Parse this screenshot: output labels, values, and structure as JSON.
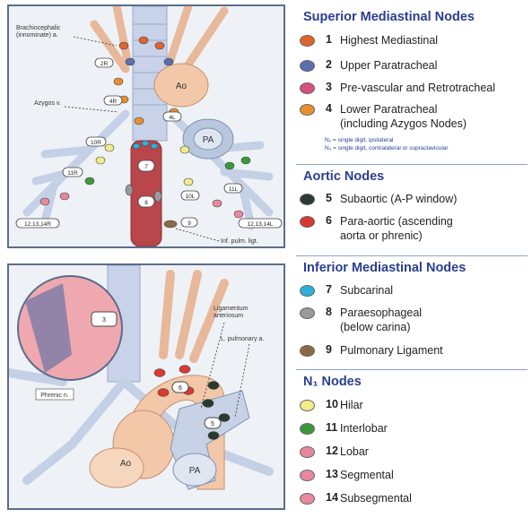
{
  "top_panel": {
    "labels": {
      "brachiocephalic": "Brachiocephalic\n(innominate) a.",
      "azygos": "Azygos v.",
      "inf_pulm_lig": "Inf. pulm. ligt.",
      "ao": "Ao",
      "pa": "PA"
    },
    "station_tags": [
      "2R",
      "4R",
      "4L",
      "10R",
      "11R",
      "12,13,14R",
      "7",
      "8",
      "10L",
      "11L",
      "9",
      "12,13,14L"
    ]
  },
  "bottom_panel": {
    "labels": {
      "ligamentum": "Ligamentum\narteriosum",
      "pulmonary_a": "L. pulmonary a.",
      "phrenic": "Phrenic n.",
      "ao": "Ao",
      "pa": "PA"
    },
    "station_tags": [
      "3",
      "6",
      "5"
    ]
  },
  "legend": {
    "sections": [
      {
        "title": "Superior Mediastinal Nodes",
        "items": [
          {
            "num": "1",
            "label": "Highest Mediastinal",
            "color": "#e0642e"
          },
          {
            "num": "2",
            "label": "Upper Paratracheal",
            "color": "#5a6eb0"
          },
          {
            "num": "3",
            "label": "Pre-vascular and Retrotracheal",
            "color": "#d8507c"
          },
          {
            "num": "4",
            "label": "Lower Paratracheal\n(including Azygos Nodes)",
            "color": "#e8902e"
          }
        ],
        "notes": [
          "N₂ = single digit, ipsilateral",
          "N₃ = single digit, contralateral or supraclavicular"
        ]
      },
      {
        "title": "Aortic Nodes",
        "items": [
          {
            "num": "5",
            "label": "Subaortic (A-P window)",
            "color": "#2a3a2e"
          },
          {
            "num": "6",
            "label": "Para-aortic (ascending\naorta or phrenic)",
            "color": "#d83a32"
          }
        ]
      },
      {
        "title": "Inferior Mediastinal Nodes",
        "items": [
          {
            "num": "7",
            "label": "Subcarinal",
            "color": "#2eb0dc"
          },
          {
            "num": "8",
            "label": "Paraesophageal\n(below carina)",
            "color": "#9a9a9a"
          },
          {
            "num": "9",
            "label": "Pulmonary Ligament",
            "color": "#8a6a42"
          }
        ]
      },
      {
        "title": "N₁ Nodes",
        "items": [
          {
            "num": "10",
            "label": "Hilar",
            "color": "#f2ec8a"
          },
          {
            "num": "11",
            "label": "Interlobar",
            "color": "#3a9a3a"
          },
          {
            "num": "12",
            "label": "Lobar",
            "color": "#e8889e"
          },
          {
            "num": "13",
            "label": "Segmental",
            "color": "#e8889e"
          },
          {
            "num": "14",
            "label": "Subsegmental",
            "color": "#e8889e"
          }
        ]
      }
    ]
  }
}
